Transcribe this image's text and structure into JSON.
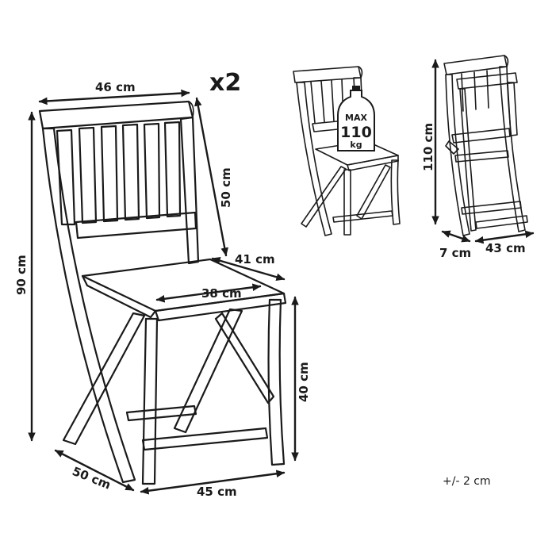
{
  "labels": {
    "quantity": "x2",
    "width_top": "46 cm",
    "back_height": "50 cm",
    "total_height": "90 cm",
    "seat_depth": "41 cm",
    "seat_width": "38 cm",
    "seat_height": "40 cm",
    "base_depth": "50 cm",
    "base_width": "45 cm",
    "folded_height": "110 cm",
    "folded_depth": "7 cm",
    "folded_width": "43 cm",
    "tolerance": "+/- 2 cm"
  },
  "weight_badge": {
    "line1": "MAX",
    "line2": "110",
    "line3": "kg"
  }
}
